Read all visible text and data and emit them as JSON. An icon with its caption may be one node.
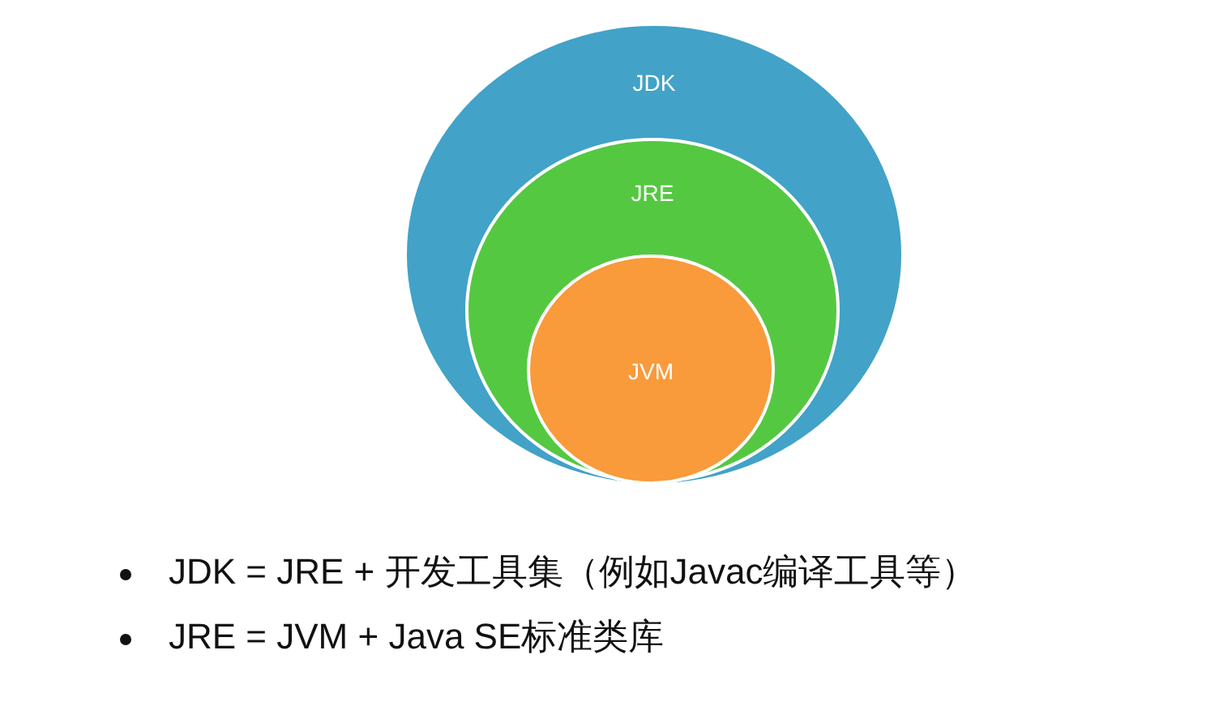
{
  "diagram": {
    "nodes": [
      {
        "text": [
          "JDK"
        ]
      },
      {
        "text": [
          "JRE"
        ],
        "in": 0
      },
      {
        "text": [
          "JVM"
        ],
        "in": 1
      }
    ],
    "labels": [
      "JDK = JRE + 开发工具集（例如Javac编译工具等）",
      "JRE = JVM + Java SE标准类库"
    ]
  }
}
